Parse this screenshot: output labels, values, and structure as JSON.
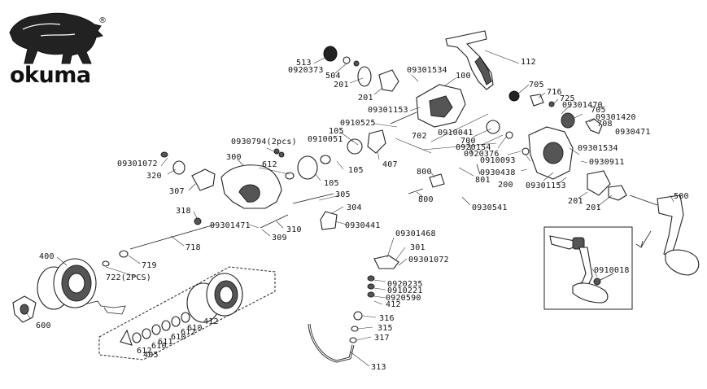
{
  "brand": {
    "name": "okuma",
    "registered_mark": "®"
  },
  "part_labels": [
    "513",
    "0920373",
    "504",
    "201",
    "201",
    "09301534",
    "100",
    "112",
    "705",
    "716",
    "725",
    "09301470",
    "705",
    "09301420",
    "708",
    "0930471",
    "09301153",
    "0910525",
    "105",
    "0910051",
    "0910041",
    "700",
    "0920154",
    "0920376",
    "0910093",
    "0930438",
    "09301534",
    "0930911",
    "200",
    "09301153",
    "201",
    "201",
    "500",
    "702",
    "407",
    "105",
    "105",
    "800",
    "801",
    "800",
    "0930541",
    "0930794(2pcs)",
    "612",
    "300",
    "09301072",
    "320",
    "307",
    "305",
    "304",
    "0930441",
    "318",
    "09301471",
    "310",
    "309",
    "718",
    "719",
    "722(2PCS)",
    "400",
    "600",
    "09301468",
    "301",
    "09301072",
    "0920235",
    "0910221",
    "0920590",
    "412",
    "316",
    "315",
    "317",
    "313",
    "412",
    "610",
    "612",
    "610",
    "611",
    "610",
    "612",
    "405",
    "0910018"
  ]
}
